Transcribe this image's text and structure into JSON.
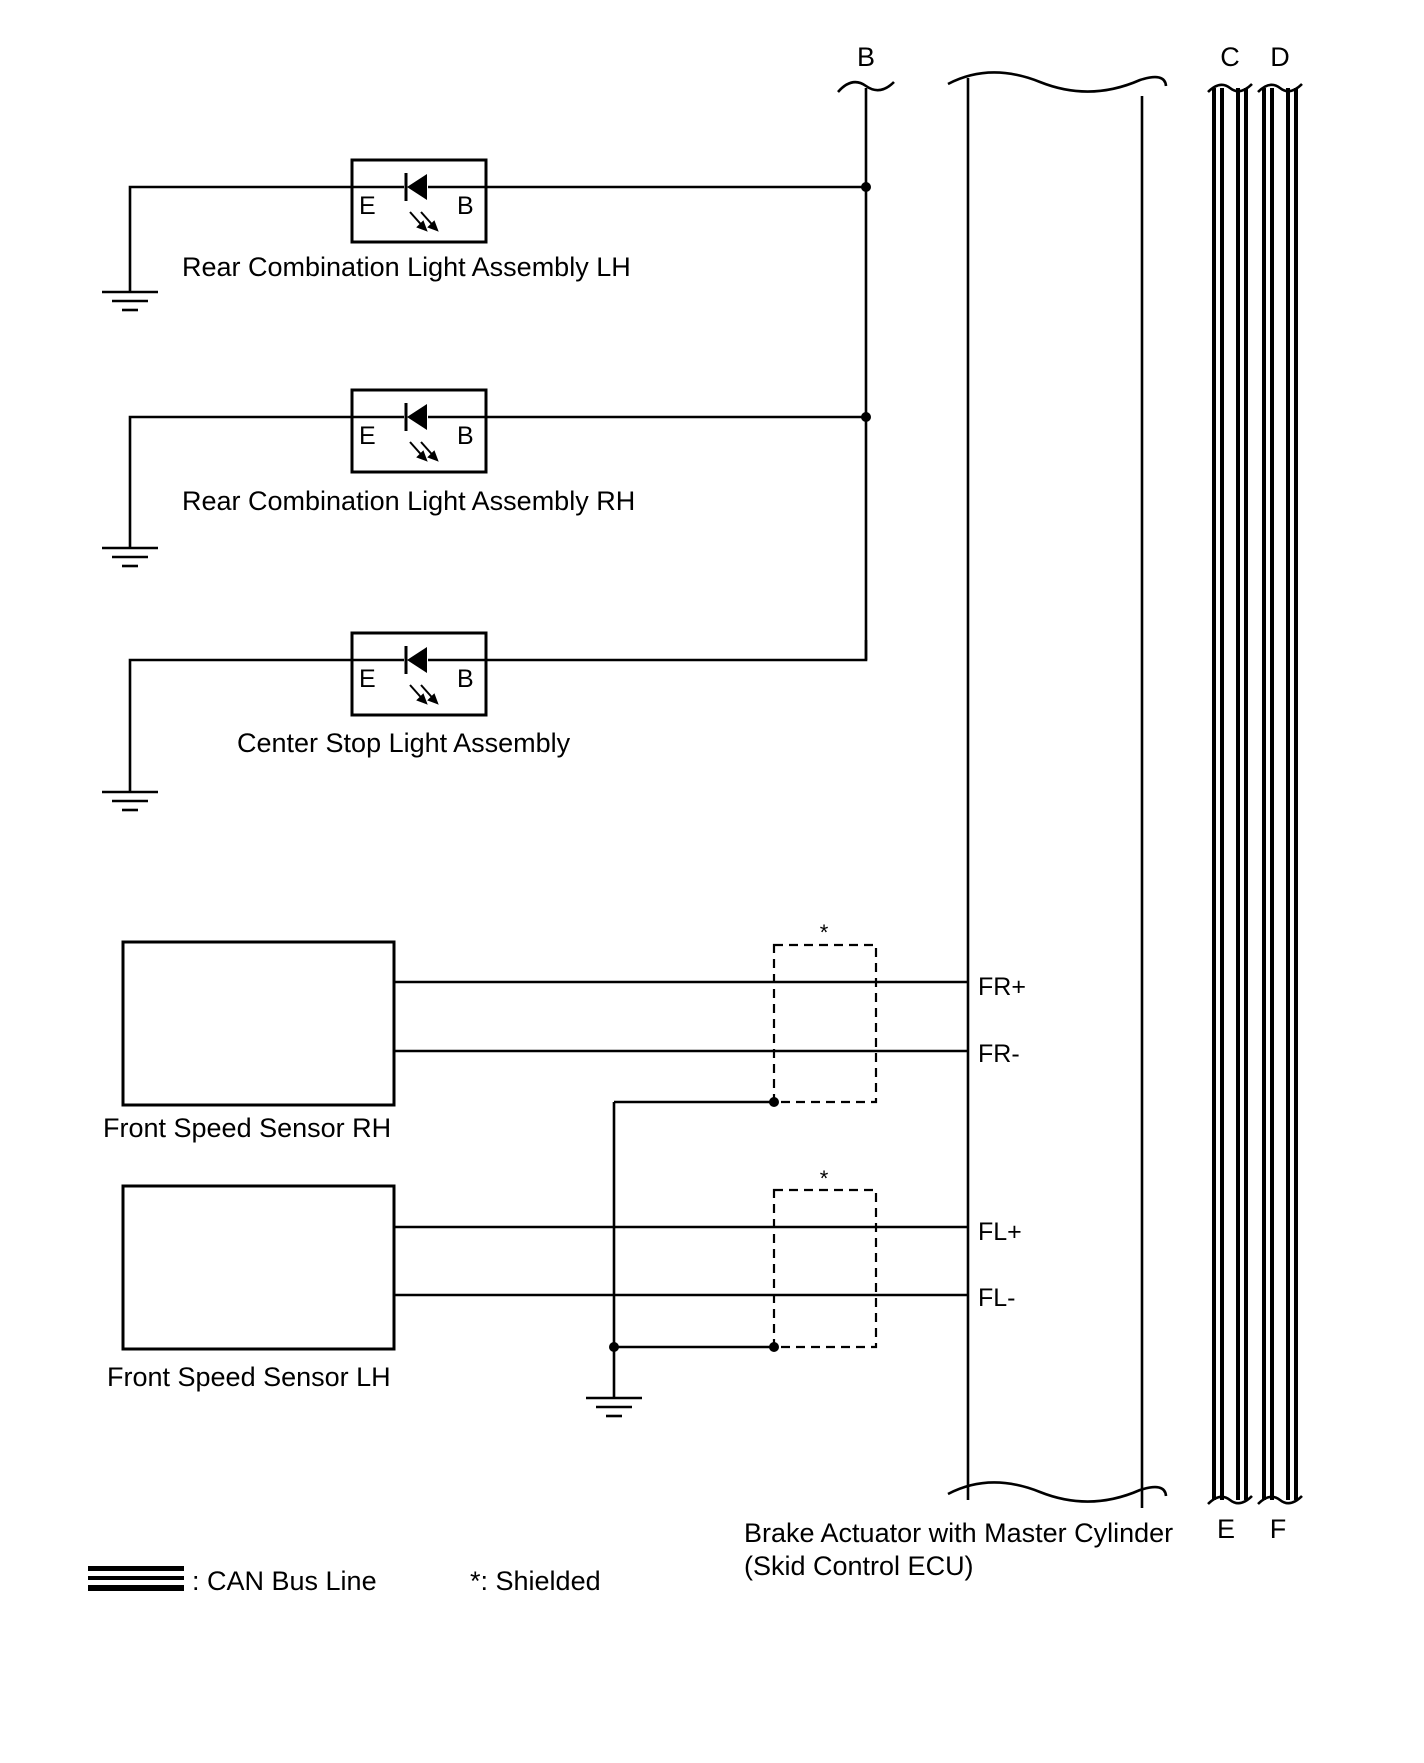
{
  "connectors": {
    "top_b": "B",
    "top_c": "C",
    "top_d": "D",
    "bottom_e": "E",
    "bottom_f": "F"
  },
  "lamps": [
    {
      "name": "Rear Combination Light Assembly LH",
      "pin_left": "E",
      "pin_right": "B"
    },
    {
      "name": "Rear Combination Light Assembly RH",
      "pin_left": "E",
      "pin_right": "B"
    },
    {
      "name": "Center Stop Light Assembly",
      "pin_left": "E",
      "pin_right": "B"
    }
  ],
  "sensors": [
    {
      "name": "Front Speed Sensor RH",
      "pin_pos": "FR+",
      "pin_neg": "FR-",
      "shield_mark": "*"
    },
    {
      "name": "Front Speed Sensor LH",
      "pin_pos": "FL+",
      "pin_neg": "FL-",
      "shield_mark": "*"
    }
  ],
  "ecu": {
    "line1": "Brake Actuator with Master Cylinder",
    "line2": "(Skid Control ECU)"
  },
  "legend": {
    "can": ": CAN Bus Line",
    "shielded": "*: Shielded"
  }
}
